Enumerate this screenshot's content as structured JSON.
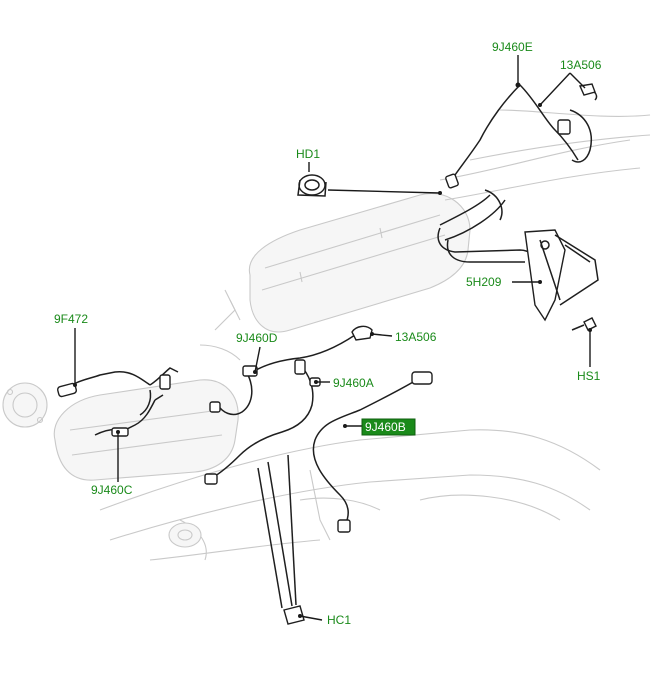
{
  "callouts": {
    "c9J460E_top": "9J460E",
    "c13A506_top": "13A506",
    "cHD1": "HD1",
    "c5H209": "5H209",
    "cHS1": "HS1",
    "c9F472": "9F472",
    "c9J460D": "9J460D",
    "c13A506_mid": "13A506",
    "c9J460A": "9J460A",
    "c9J460B_selected": "9J460B",
    "c9J460C": "9J460C",
    "cHC1": "HC1"
  },
  "colors": {
    "label_text": "#1a8a1a",
    "selected_label_bg": "#1a8a1a",
    "selected_label_text": "#ffffff",
    "line": "#1a1a1a",
    "background_part": "#c9c9c9"
  },
  "selected_callout": "9J460B"
}
